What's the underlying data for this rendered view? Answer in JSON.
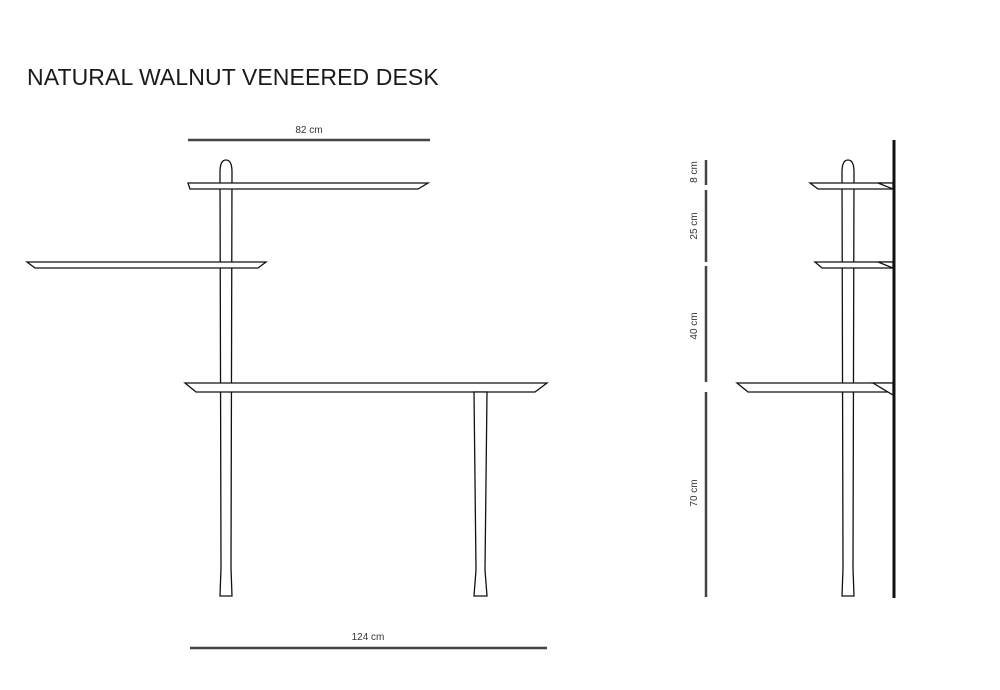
{
  "title": "NATURAL WALNUT VENEERED DESK",
  "dimensions": {
    "top_width": "82 cm",
    "bottom_width": "124 cm",
    "gap_top": "8 cm",
    "gap_shelf": "25 cm",
    "gap_middle": "40 cm",
    "desk_height": "70 cm"
  }
}
